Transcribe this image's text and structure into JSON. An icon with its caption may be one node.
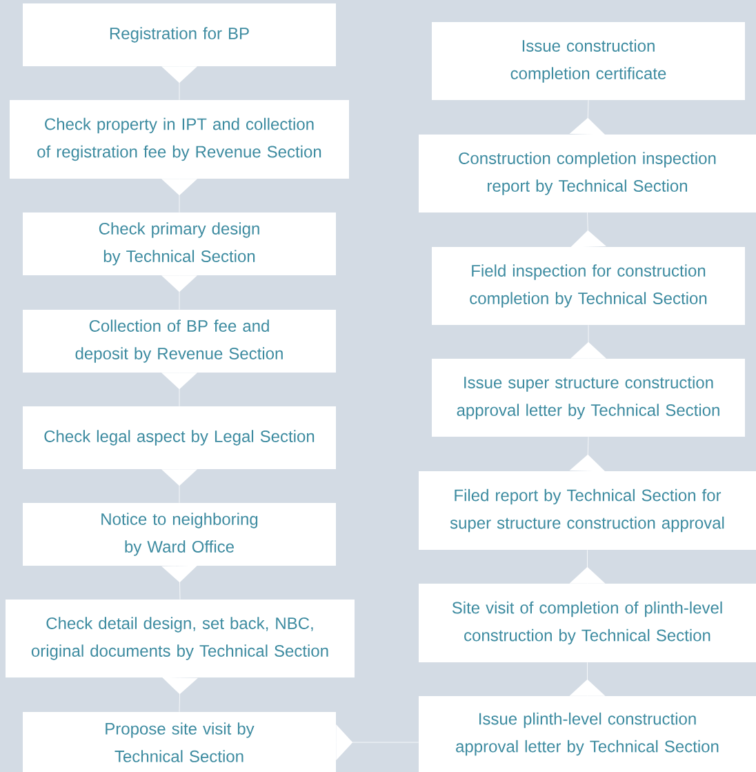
{
  "diagram": {
    "nodes": [
      {
        "text": [
          "Registration for BP"
        ]
      },
      {
        "text": [
          "Check property in IPT and collection of registration fee by Revenue Section"
        ]
      },
      {
        "text": [
          "Check primary design by Technical Section"
        ]
      },
      {
        "text": [
          "Collection of BP fee and deposit by Revenue Section"
        ]
      },
      {
        "text": [
          "Check legal aspect by Legal Section"
        ]
      },
      {
        "text": [
          "Notice to neighboring by Ward Office"
        ]
      },
      {
        "text": [
          "Check detail design, set back, NBC, original documents by Technical Section"
        ]
      },
      {
        "text": [
          "Propose site visit by Technical Section"
        ]
      },
      {
        "text": [
          "Issue construction completion certificate"
        ]
      },
      {
        "text": [
          "Construction completion inspection report by Technical Section"
        ]
      },
      {
        "text": [
          "Field inspection for construction completion by Technical Section"
        ]
      },
      {
        "text": [
          "Issue super structure construction approval letter by Technical Section"
        ]
      },
      {
        "text": [
          "Filed report by Technical Section for super structure construction approval"
        ]
      },
      {
        "text": [
          "Site visit of completion of plinth-level construction by Technical Section"
        ]
      },
      {
        "text": [
          "Issue plinth-level construction approval letter by Technical Section"
        ]
      }
    ],
    "edges": [
      {
        "from": 0,
        "to": 1,
        "arrow": "to"
      },
      {
        "from": 1,
        "to": 2,
        "arrow": "to"
      },
      {
        "from": 2,
        "to": 3,
        "arrow": "to"
      },
      {
        "from": 3,
        "to": 4,
        "arrow": "to"
      },
      {
        "from": 4,
        "to": 5,
        "arrow": "to"
      },
      {
        "from": 5,
        "to": 6,
        "arrow": "to"
      },
      {
        "from": 6,
        "to": 7,
        "arrow": "to"
      },
      {
        "from": 7,
        "to": 14,
        "arrow": "to"
      },
      {
        "from": 14,
        "to": 13,
        "arrow": "to"
      },
      {
        "from": 13,
        "to": 12,
        "arrow": "to"
      },
      {
        "from": 12,
        "to": 11,
        "arrow": "to"
      },
      {
        "from": 11,
        "to": 10,
        "arrow": "to"
      },
      {
        "from": 10,
        "to": 9,
        "arrow": "to"
      },
      {
        "from": 9,
        "to": 8,
        "arrow": "to"
      }
    ]
  }
}
